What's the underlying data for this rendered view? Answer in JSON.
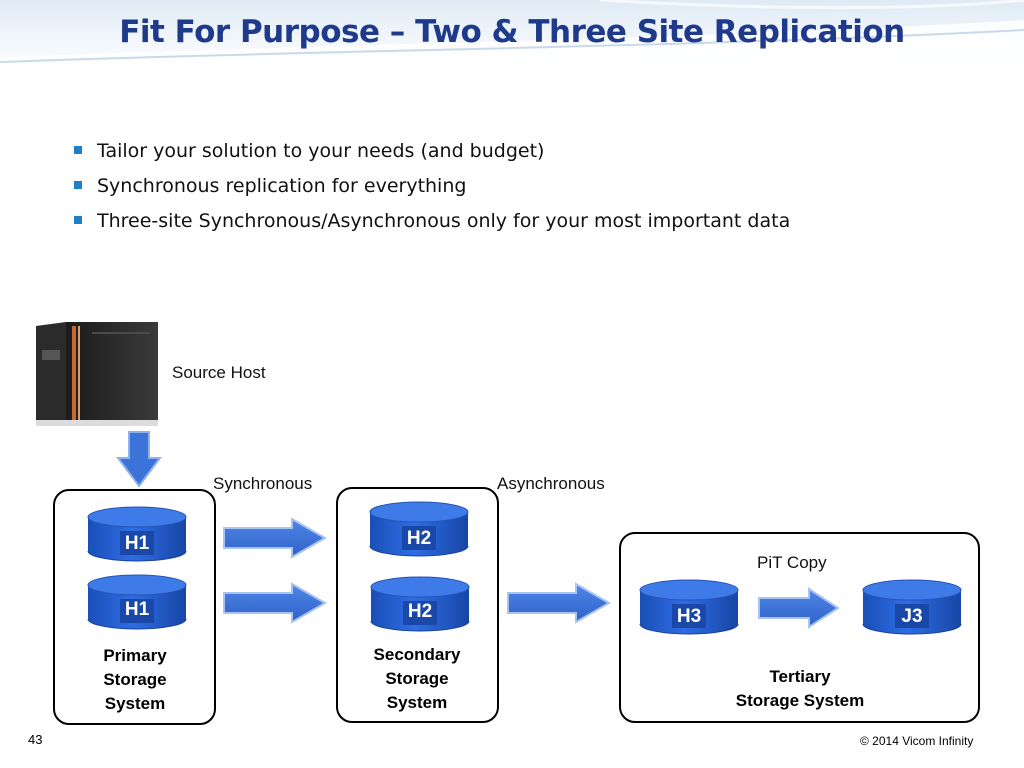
{
  "slide": {
    "title": "Fit For Purpose – Two & Three Site Replication",
    "bullets": [
      "Tailor your solution to your needs (and budget)",
      "Synchronous replication for everything",
      "Three-site Synchronous/Asynchronous only for your most important data"
    ],
    "page_number": "43",
    "copyright": "© 2014 Vicom Infinity"
  },
  "diagram": {
    "source_host_label": "Source Host",
    "sync_label": "Synchronous",
    "async_label": "Asynchronous",
    "pit_label": "PiT Copy",
    "primary": {
      "label_lines": [
        "Primary",
        "Storage",
        "System"
      ],
      "volumes": [
        "H1",
        "H1"
      ]
    },
    "secondary": {
      "label_lines": [
        "Secondary",
        "Storage",
        "System"
      ],
      "volumes": [
        "H2",
        "H2"
      ]
    },
    "tertiary": {
      "label_lines": [
        "Tertiary",
        "Storage System"
      ],
      "volumes": [
        "H3",
        "J3"
      ]
    }
  },
  "colors": {
    "title": "#1f3a8a",
    "bullet": "#1e80c8",
    "cylinder": "#1f5fd6",
    "arrow": "#3b73d9"
  }
}
